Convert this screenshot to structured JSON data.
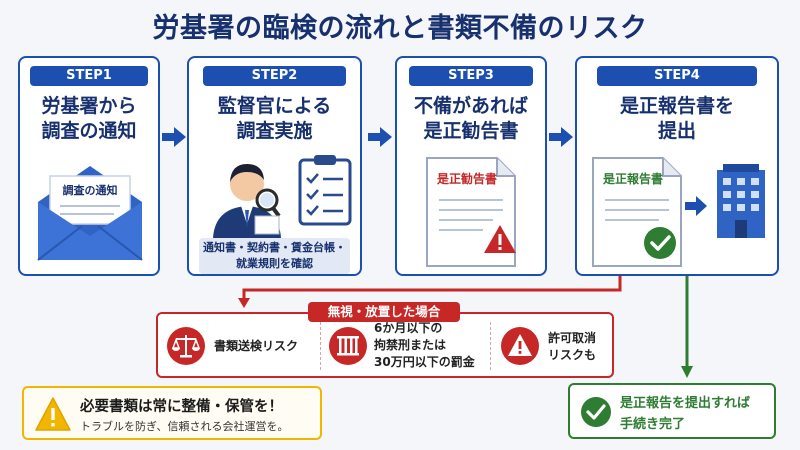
{
  "title": "労基署の臨検の流れと書類不備のリスク",
  "steps": [
    {
      "label": "STEP1",
      "title_l1": "労基署から",
      "title_l2": "調査の通知",
      "doc_label": "調査の通知"
    },
    {
      "label": "STEP2",
      "title_l1": "監督官による",
      "title_l2": "調査実施",
      "note_l1": "通知書・契約書・賃金台帳・",
      "note_l2": "就業規則を確認"
    },
    {
      "label": "STEP3",
      "title_l1": "不備があれば",
      "title_l2": "是正勧告書",
      "doc_label": "是正勧告書"
    },
    {
      "label": "STEP4",
      "title_l1": "是正報告書を",
      "title_l2": "提出",
      "doc_label": "是正報告書"
    }
  ],
  "risk": {
    "tag": "無視・放置した場合",
    "items": [
      {
        "icon": "scales-icon",
        "lines": [
          "書類送検リスク"
        ]
      },
      {
        "icon": "prison-bars-icon",
        "lines": [
          "6か月以下の",
          "拘禁刑または",
          "30万円以下の罰金"
        ]
      },
      {
        "icon": "warning-icon",
        "lines": [
          "許可取消",
          "リスクも"
        ]
      }
    ]
  },
  "advice": {
    "heading": "必要書類は常に整備・保管を！",
    "sub": "トラブルを防ぎ、信頼される会社運営を。"
  },
  "completion": {
    "line1": "是正報告を提出すれば",
    "line2": "手続き完了"
  },
  "colors": {
    "navy": "#17306e",
    "blue": "#1c4fb0",
    "red": "#c62828",
    "green": "#2e7d32",
    "yellow": "#f2b500"
  }
}
